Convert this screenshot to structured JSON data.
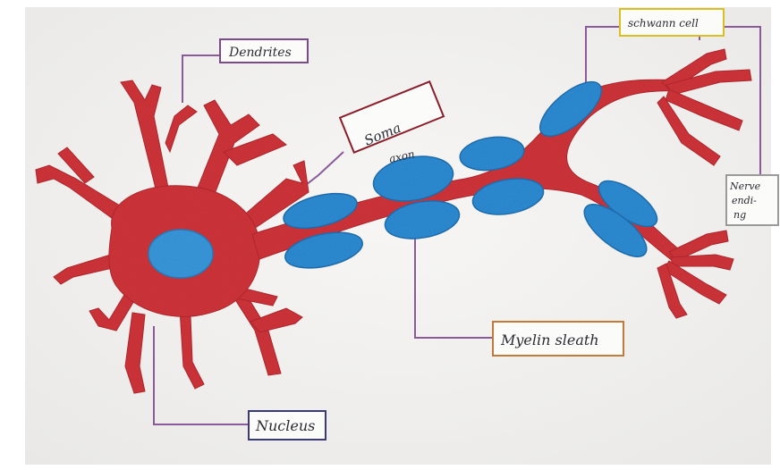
{
  "labels": {
    "dendrites": "Dendrites",
    "soma": "Soma",
    "axon": "axon",
    "schwann": "schwann cell",
    "nerve_ending_1": "Nerve",
    "nerve_ending_2": "endi-",
    "nerve_ending_3": "ng",
    "myelin": "Myelin sleath",
    "nucleus": "Nucleus"
  },
  "colors": {
    "neuron": "#d4353b",
    "myelin": "#2f8fd8",
    "nucleus": "#3a9be0",
    "paper": "#f4f3f1",
    "leader_line": "#8a5a9a",
    "box_dendrites": "#7b4a8a",
    "box_soma": "#8a1e2a",
    "box_schwann": "#d8c020",
    "box_nerve": "#9a9a9a",
    "box_myelin": "#c07a3a",
    "box_nucleus": "#3a3a7a"
  }
}
